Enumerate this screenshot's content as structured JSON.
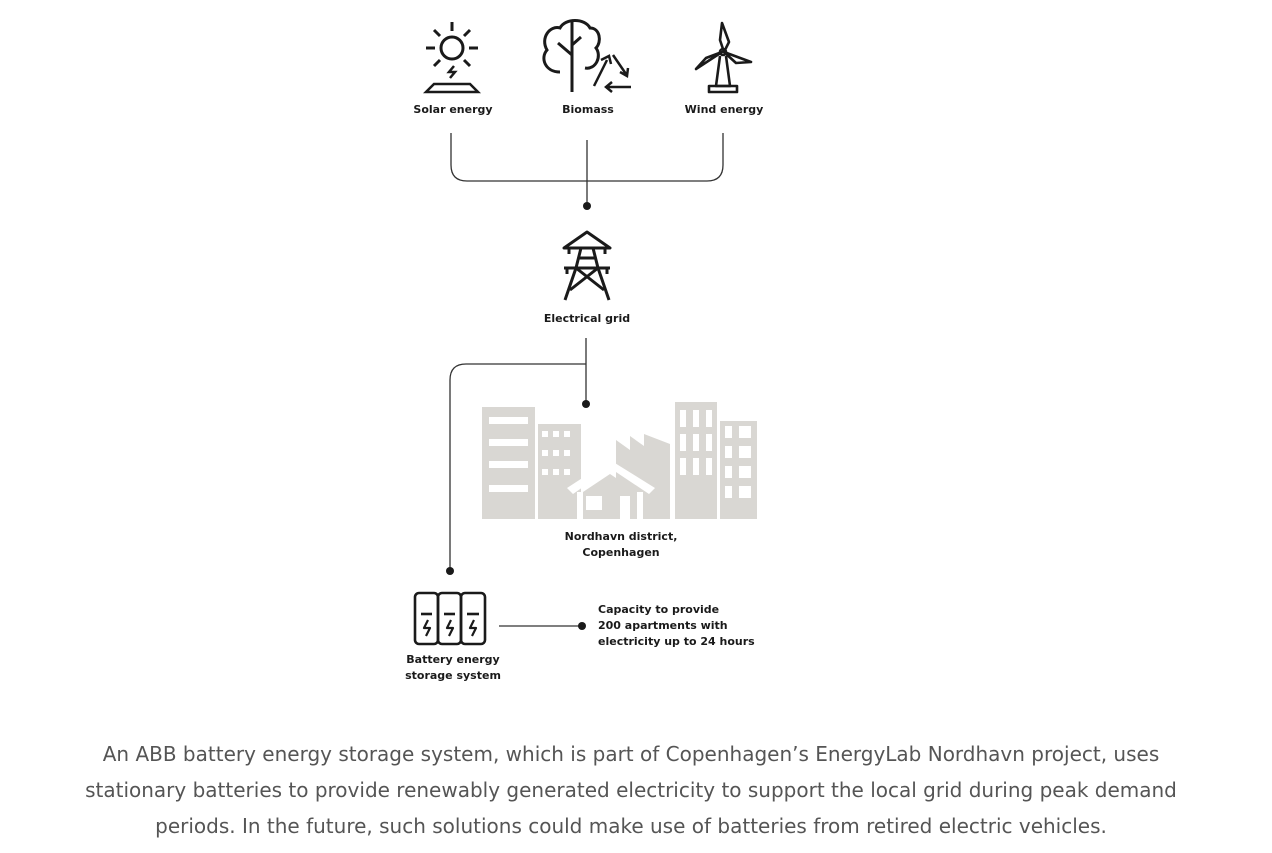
{
  "diagram": {
    "sources": [
      {
        "label": "Solar energy",
        "icon": "solar-panel-icon"
      },
      {
        "label": "Biomass",
        "icon": "tree-recycle-icon"
      },
      {
        "label": "Wind energy",
        "icon": "wind-turbine-icon"
      }
    ],
    "grid": {
      "label": "Electrical grid",
      "icon": "transmission-tower-icon"
    },
    "district": {
      "label_line1": "Nordhavn district,",
      "label_line2": "Copenhagen",
      "icon": "city-buildings-icon"
    },
    "battery": {
      "label_line1": "Battery energy",
      "label_line2": "storage system",
      "icon": "battery-icon"
    },
    "capacity": {
      "line1": "Capacity to provide",
      "line2": "200 apartments with",
      "line3": "electricity up to 24 hours"
    },
    "colors": {
      "stroke": "#1a1a1a",
      "buildings": "#d9d7d3",
      "caption": "#555555"
    }
  },
  "caption": {
    "line1": "An ABB battery energy storage system, which is part of Copenhagen’s EnergyLab Nordhavn project, uses",
    "line2": "stationary batteries to provide renewably generated electricity to support the local grid during peak demand",
    "line3": "periods. In the future, such solutions could make use of batteries from retired electric vehicles."
  }
}
